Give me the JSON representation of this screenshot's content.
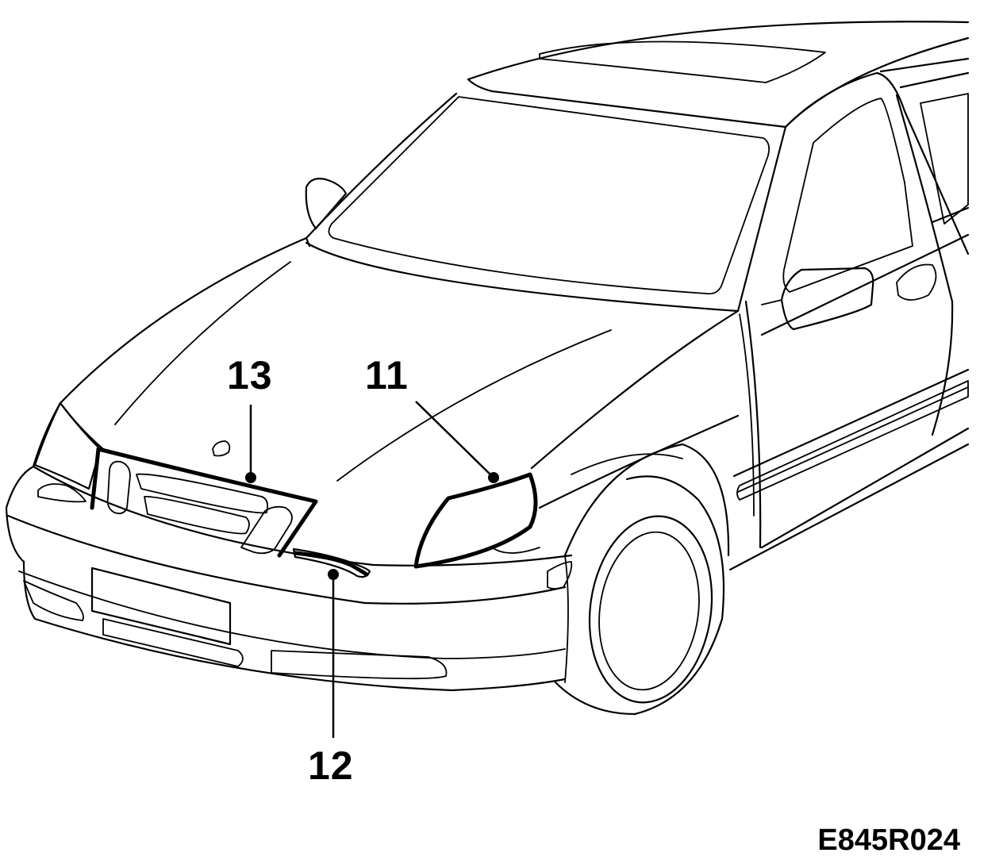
{
  "callouts": {
    "hood_seal": "13",
    "headlamp": "11",
    "front_marker": "12"
  },
  "figure_code": "E845R024",
  "colors": {
    "line": "#000000",
    "background": "#ffffff"
  }
}
